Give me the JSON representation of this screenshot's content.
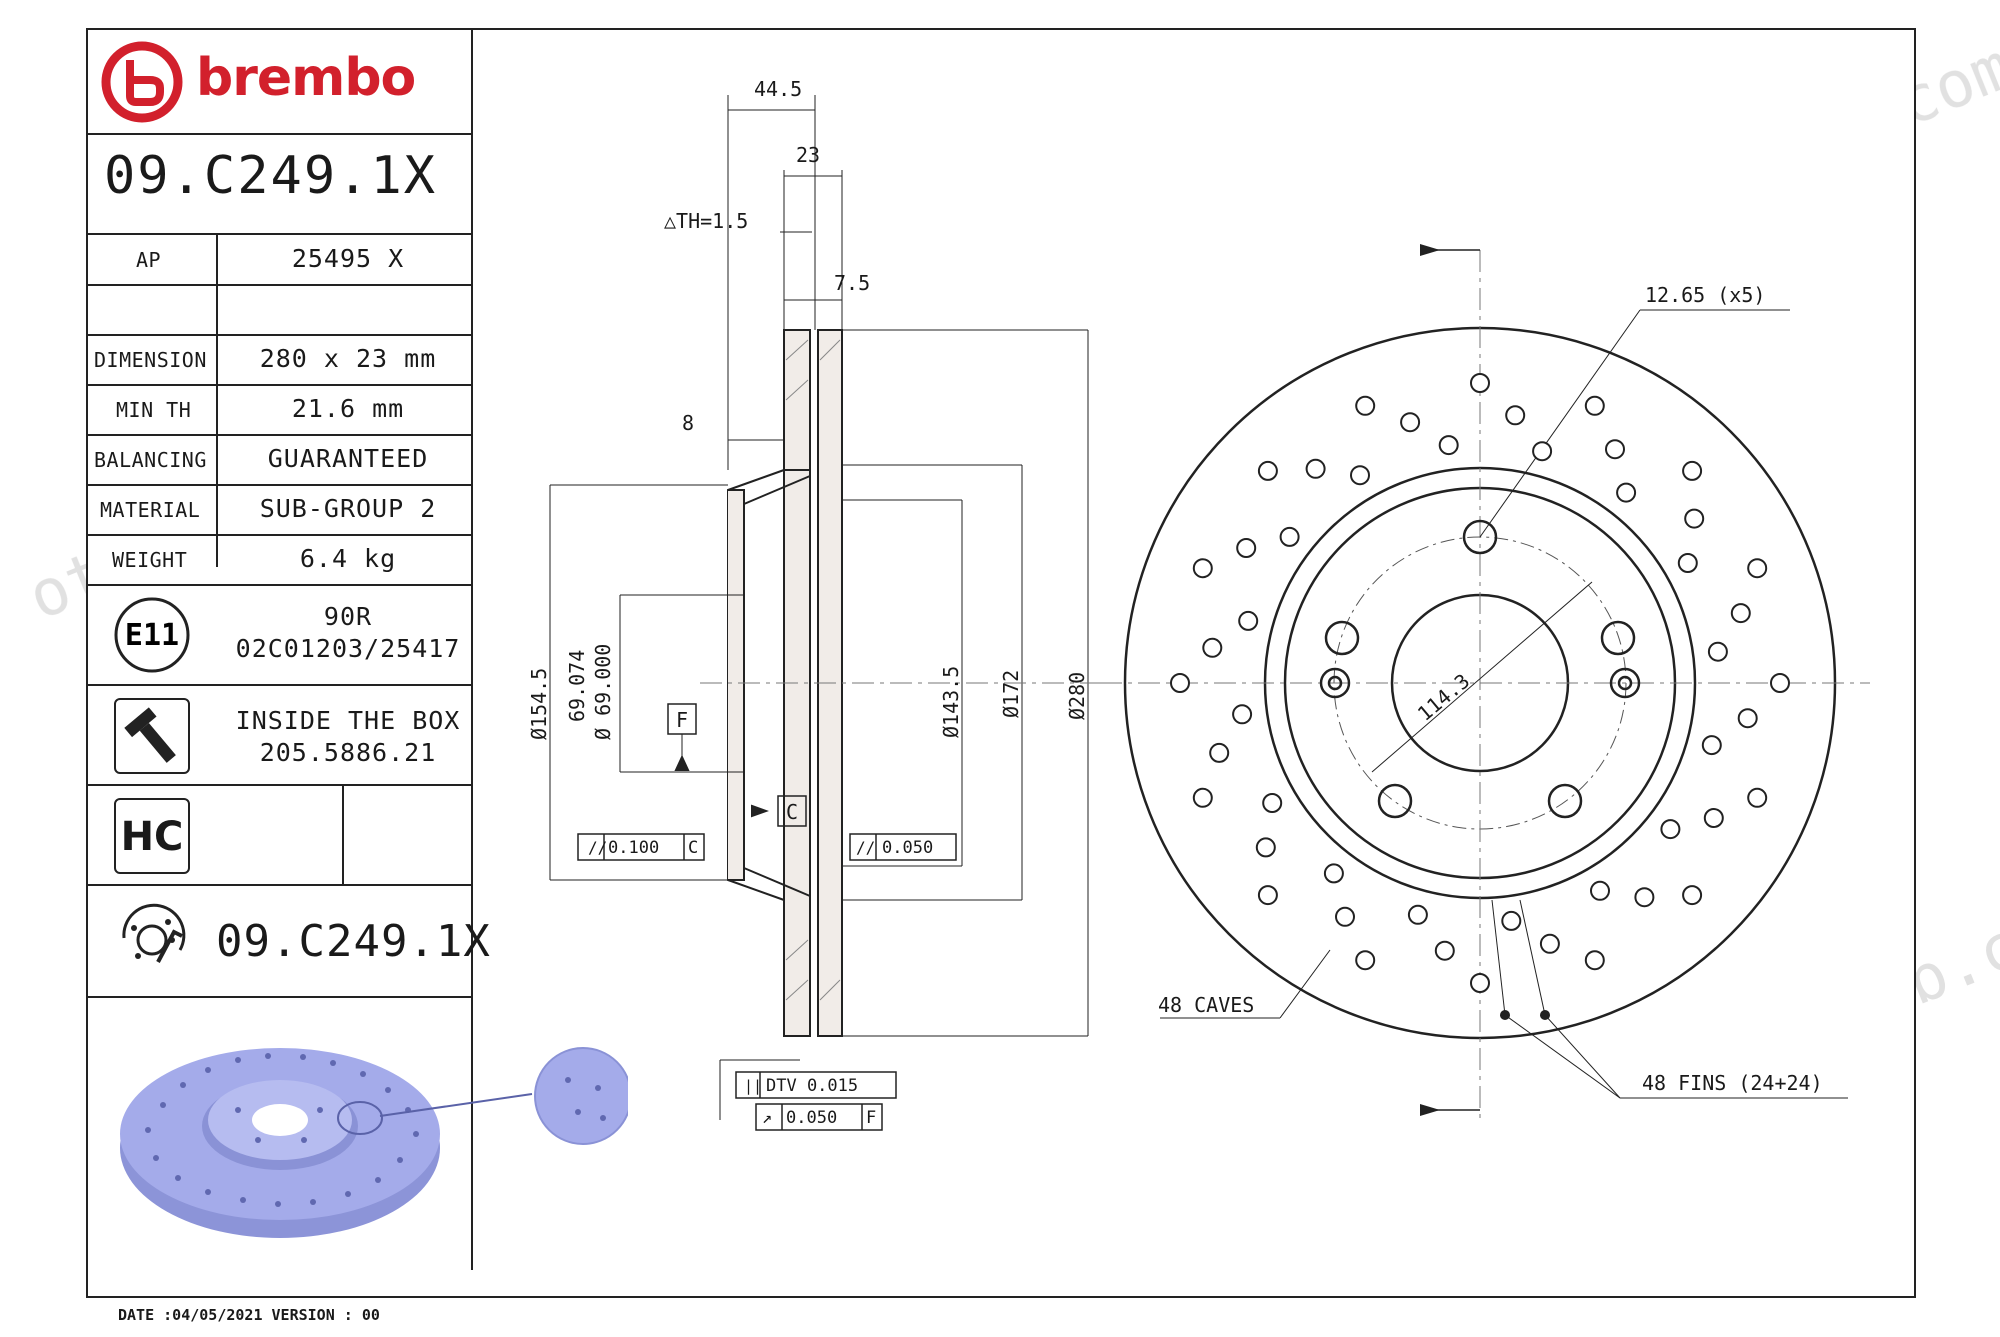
{
  "brand": {
    "name": "brembo"
  },
  "part_number": "09.C249.1X",
  "specs": {
    "ap": {
      "label": "AP",
      "value": "25495 X"
    },
    "dimension": {
      "label": "DIMENSION",
      "value": "280 x 23 mm"
    },
    "min_th": {
      "label": "MIN TH",
      "value": "21.6 mm"
    },
    "balancing": {
      "label": "BALANCING",
      "value": "GUARANTEED"
    },
    "material": {
      "label": "MATERIAL",
      "value": "SUB-GROUP 2"
    },
    "weight": {
      "label": "WEIGHT",
      "value": "6.4 kg"
    }
  },
  "homologation": {
    "mark": "E11",
    "regulation": "90R",
    "code": "02C01203/25417"
  },
  "screw": {
    "line1": "INSIDE THE BOX",
    "line2": "205.5886.21"
  },
  "hc_badge": "HC",
  "drilled_part_number": "09.C249.1X",
  "footer": {
    "date_version": "DATE :04/05/2021 VERSION : 00"
  },
  "watermark": "otoparcalab.com",
  "section_view": {
    "dim_total": "44.5",
    "dim_thickness": "23",
    "dim_th": "△TH=1.5",
    "dim_hat": "7.5",
    "dim_flange": "8",
    "dia_154": "Ø154.5",
    "dia_69a": "69.074",
    "dia_69b": "Ø 69.000",
    "dia_143": "Ø143.5",
    "dia_172": "Ø172",
    "dia_280": "Ø280",
    "datum_f": "F",
    "datum_c": "C",
    "tol_left": "0.100",
    "tol_left_ref": "C",
    "tol_right": "0.050",
    "dtv": "DTV 0.015",
    "runout": "0.050",
    "runout_ref": "F"
  },
  "front_view": {
    "bolt_holes": "12.65 (x5)",
    "pcd": "114.3",
    "caves": "48 CAVES",
    "fins": "48 FINS (24+24)"
  },
  "colors": {
    "brand_red": "#d2202c",
    "render_blue": "#9aa3e6"
  }
}
